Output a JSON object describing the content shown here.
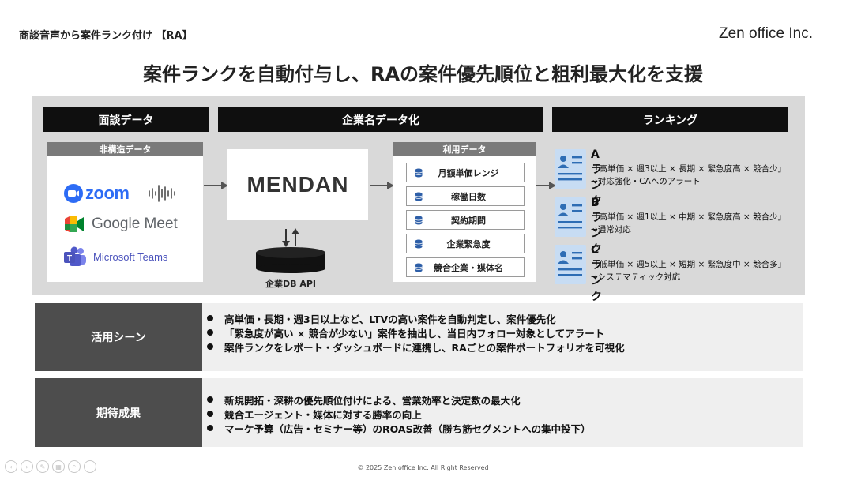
{
  "header": {
    "breadcrumb": "商談音声から案件ランク付け 【RA】",
    "company": "Zen office Inc.",
    "title": "案件ランクを自動付与し、RAの案件優先順位と粗利最大化を支援"
  },
  "flow": {
    "sections": [
      "面談データ",
      "企業名データ化",
      "ランキング"
    ],
    "unstructured": {
      "label": "非構造データ",
      "logos": [
        "zoom",
        "Google Meet",
        "Microsoft Teams"
      ]
    },
    "engine": "MENDAN",
    "db_label": "企業DB API",
    "usage": {
      "label": "利用データ",
      "items": [
        "月額単価レンジ",
        "稼働日数",
        "契約期間",
        "企業緊急度",
        "競合企業・媒体名"
      ]
    },
    "ranks": [
      {
        "title": "Aランク",
        "desc": "「高単価 × 週3以上 × 長期 × 緊急度高 × 競合少」",
        "action": "→対応強化・CAへのアラート"
      },
      {
        "title": "Bランク",
        "desc": "「高単価 × 週1以上 × 中期 × 緊急度高 × 競合少」",
        "action": "→通常対応"
      },
      {
        "title": "Cランク",
        "desc": "「低単価 × 週5以上 × 短期 × 緊急度中 × 競合多」",
        "action": "→システマティック対応"
      }
    ]
  },
  "scenes": {
    "label": "活用シーン",
    "bullets": [
      "高単価・長期・週3日以上など、LTVの高い案件を自動判定し、案件優先化",
      "「緊急度が高い × 競合が少ない」案件を抽出し、当日内フォロー対象としてアラート",
      "案件ランクをレポート・ダッシュボードに連携し、RAごとの案件ポートフォリオを可視化"
    ]
  },
  "outcomes": {
    "label": "期待成果",
    "bullets": [
      "新規開拓・深耕の優先順位付けによる、営業効率と決定数の最大化",
      "競合エージェント・媒体に対する勝率の向上",
      "マーケ予算（広告・セミナー等）のROAS改善（勝ち筋セグメントへの集中投下）"
    ]
  },
  "footer": "© 2025 Zen office Inc. All Right Reserved",
  "colors": {
    "header_bar": "#0f0f0f",
    "sub_bar": "#7a7a7a",
    "panel": "#d9d9d9",
    "label_bg": "#4d4d4d",
    "rank_icon": "#c7dcf3",
    "zoom": "#2d6cf5"
  }
}
